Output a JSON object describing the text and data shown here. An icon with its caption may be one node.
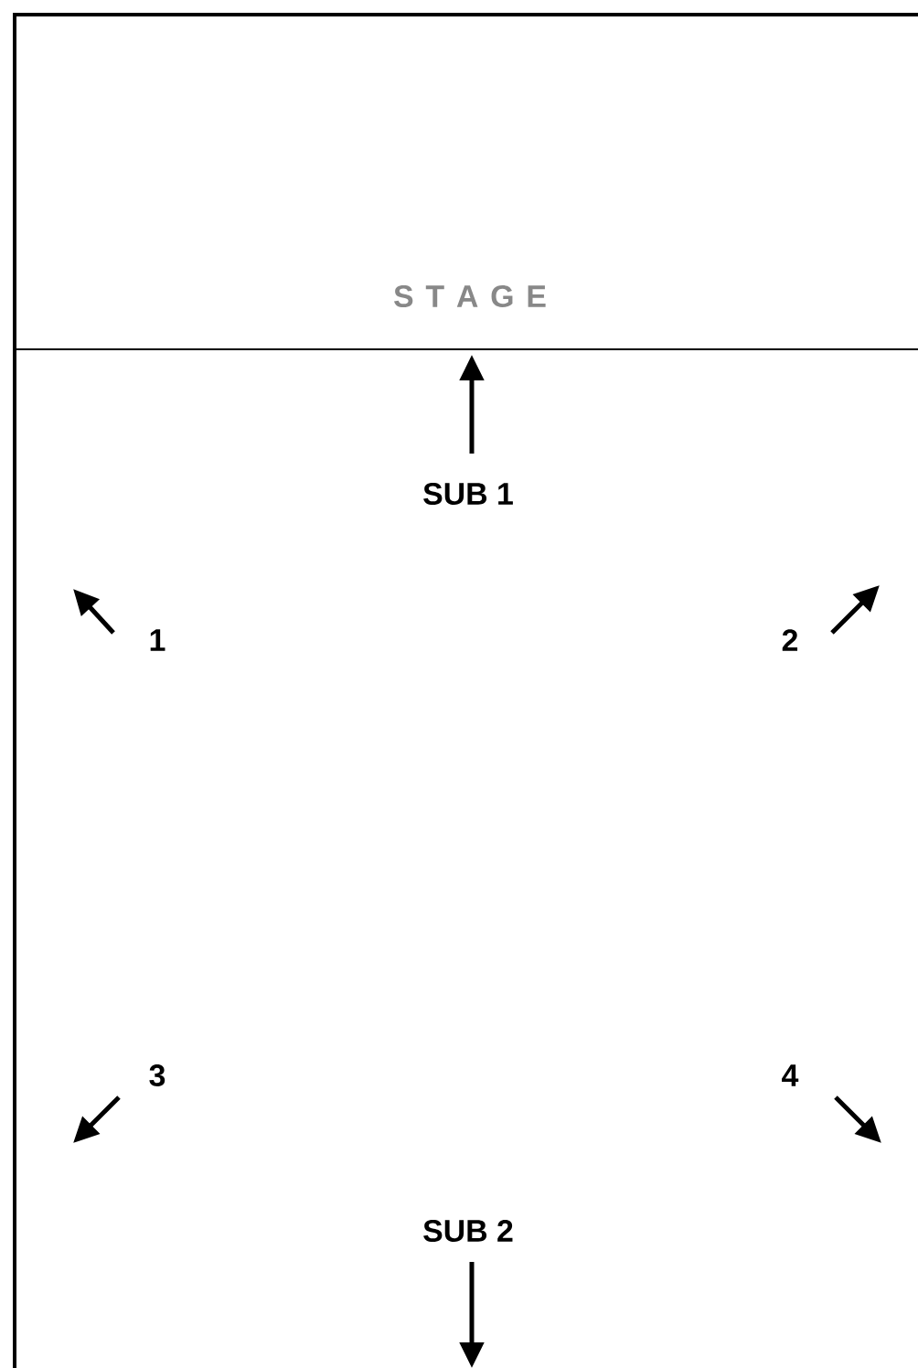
{
  "diagram": {
    "nodes": [
      {
        "text": [
          "S T A G E"
        ]
      }
    ],
    "labels": [
      "SUB 1",
      "1",
      "2",
      "3",
      "4",
      "SUB 2"
    ]
  }
}
